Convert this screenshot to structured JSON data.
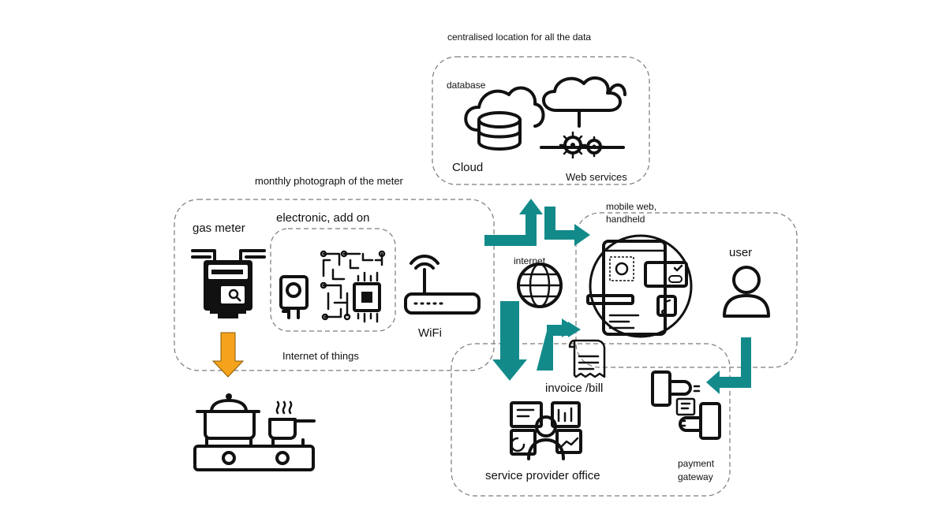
{
  "labels": {
    "cloud_caption": "centralised location for all the data",
    "database": "database",
    "cloud": "Cloud",
    "web_services": "Web services",
    "monthly_photo": "monthly photograph of the meter",
    "gas_meter": "gas meter",
    "electronic_addon": "electronic, add on",
    "wifi": "WiFi",
    "internet_of_things": "Internet of things",
    "internet": "internet",
    "mobile_web_line1": "mobile web,",
    "mobile_web_line2": "handheld",
    "user": "user",
    "invoice_bill": "invoice /bill",
    "service_provider_office": "service provider office",
    "payment_line1": "payment",
    "payment_line2": "gateway"
  },
  "icons": [
    "cloud-database-icon",
    "cloud-web-services-icon",
    "gas-meter-icon",
    "camera-module-icon",
    "circuit-board-icon",
    "wifi-router-icon",
    "globe-icon",
    "mobile-app-icon",
    "user-icon",
    "invoice-icon",
    "service-office-icon",
    "payment-gateway-icon",
    "stove-pots-icon"
  ],
  "colors": {
    "arrow_teal": "#138a8a",
    "arrow_orange": "#f5a21c",
    "dashed_border": "#7a7a7a"
  }
}
